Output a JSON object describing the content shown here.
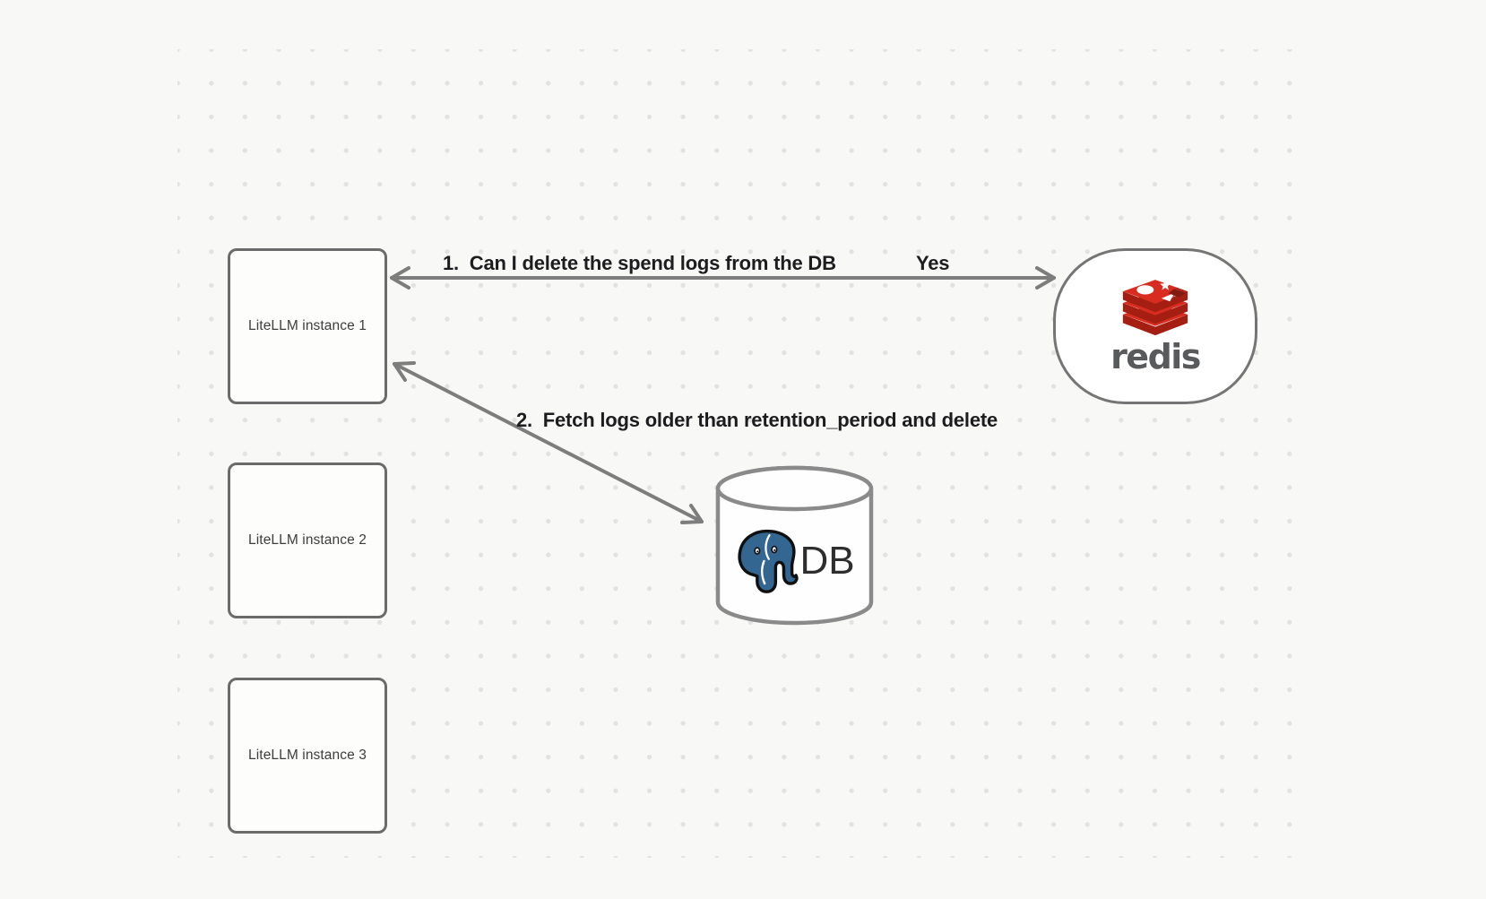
{
  "canvas": {
    "background_color": "#f8f8f6",
    "dot_color": "#e2e2e0"
  },
  "nodes": {
    "instance1": {
      "label": "LiteLLM instance 1"
    },
    "instance2": {
      "label": "LiteLLM instance 2"
    },
    "instance3": {
      "label": "LiteLLM instance 3"
    },
    "redis": {
      "wordmark": "redis",
      "icon": "redis-stack-icon"
    },
    "db": {
      "label": "DB",
      "icon": "postgresql-elephant-icon",
      "shape": "database-cylinder"
    }
  },
  "edges": {
    "edge1": {
      "label": "1.  Can I delete the spend logs from the DB",
      "response": "Yes",
      "from": "redis",
      "to": "instance1",
      "style": "double-headed-arrow"
    },
    "edge2": {
      "label": "2.  Fetch logs older than retention_period and delete",
      "from": "instance1",
      "to": "db",
      "style": "double-headed-arrow"
    }
  },
  "colors": {
    "node_border": "#6b6b6b",
    "arrow": "#7d7d7d",
    "label_text": "#1d1d1f",
    "box_text": "#3d3d3d",
    "redis_red": "#d82c20",
    "redis_dark_red": "#a41e11",
    "redis_wordmark_gray": "#595a5c",
    "postgres_blue": "#336791",
    "cylinder_stroke": "#8a8a8a"
  }
}
